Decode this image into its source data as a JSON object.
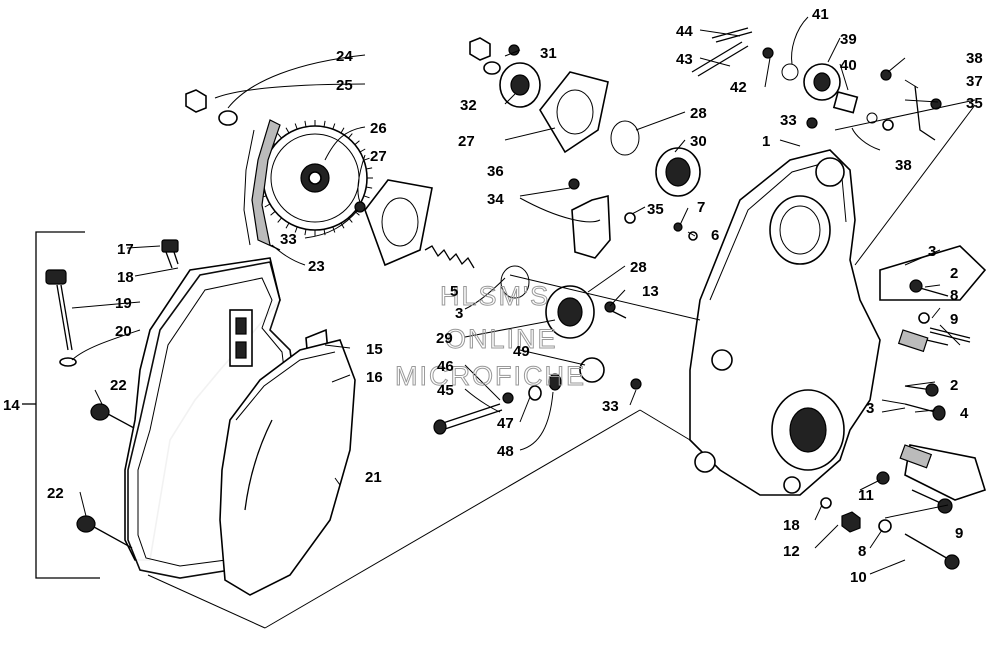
{
  "watermark": [
    "HLSM'S",
    "ONLINE",
    "MICROFICHE"
  ],
  "callouts": [
    "1",
    "2",
    "2",
    "2",
    "3",
    "3",
    "3",
    "3",
    "4",
    "5",
    "6",
    "7",
    "8",
    "8",
    "9",
    "9",
    "10",
    "11",
    "12",
    "13",
    "14",
    "15",
    "16",
    "17",
    "18",
    "18",
    "19",
    "20",
    "21",
    "22",
    "22",
    "23",
    "24",
    "25",
    "26",
    "27",
    "27",
    "28",
    "28",
    "29",
    "30",
    "31",
    "32",
    "33",
    "33",
    "33",
    "33",
    "34",
    "35",
    "35",
    "36",
    "37",
    "38",
    "38",
    "39",
    "40",
    "41",
    "42",
    "43",
    "44",
    "45",
    "46",
    "47",
    "48",
    "49"
  ]
}
